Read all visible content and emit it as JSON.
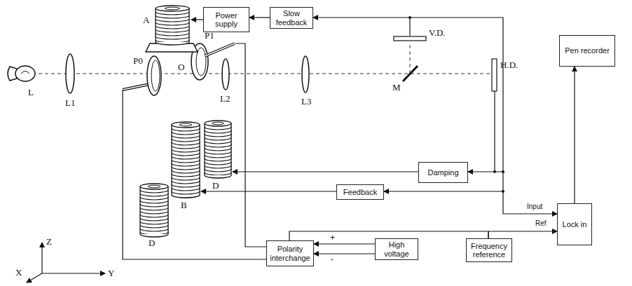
{
  "diagram": {
    "nodes": [
      {
        "text": [
          "Power supply"
        ]
      },
      {
        "text": [
          "Slow feedback"
        ]
      },
      {
        "text": [
          "Damping"
        ]
      },
      {
        "text": [
          "Feedback"
        ]
      },
      {
        "text": [
          "Polarity interchange"
        ]
      },
      {
        "text": [
          "High voltage"
        ]
      },
      {
        "text": [
          "Frequency reference"
        ]
      },
      {
        "text": [
          "Lock in"
        ]
      },
      {
        "text": [
          "Pen recorder"
        ]
      }
    ],
    "edges": [
      {
        "from": 1,
        "to": 0,
        "arrow": "to"
      },
      {
        "from": 5,
        "to": 4,
        "label": "+",
        "arrow": "to"
      },
      {
        "from": 5,
        "to": 4,
        "label": "-",
        "arrow": "to"
      },
      {
        "from": 6,
        "to": 4,
        "arrow": "none"
      },
      {
        "from": 6,
        "to": 7,
        "arrow": "to"
      },
      {
        "from": 7,
        "to": 8,
        "arrow": "to"
      }
    ],
    "labels": [
      "A",
      "P1",
      "P0",
      "O",
      "L",
      "L1",
      "L2",
      "L3",
      "M",
      "H.D.",
      "V.D.",
      "D",
      "D",
      "B",
      "Input",
      "Ref",
      "Z",
      "Y",
      "X"
    ]
  }
}
